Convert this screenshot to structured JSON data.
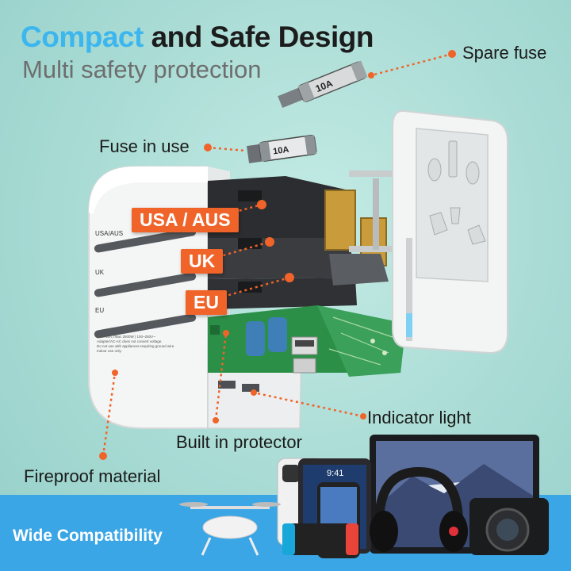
{
  "header": {
    "title_accent": "Compact",
    "title_rest": " and Safe Design",
    "subtitle": "Multi safety protection"
  },
  "callouts": {
    "spare_fuse": "Spare fuse",
    "fuse_in_use": "Fuse in use",
    "indicator_light": "Indicator light",
    "built_in_protector": "Built in protector",
    "fireproof_material": "Fireproof material"
  },
  "plug_tags": {
    "usa_aus": "USA / AUS",
    "uk": "UK",
    "eu": "EU"
  },
  "device_labels": {
    "usa_aus": "USA/AUS",
    "uk": "UK",
    "eu": "EU",
    "spec_line_1": "MAX 10A,7/8ac 2500W | 100~250V~",
    "spec_line_2": "Adapter/AC-AC does not convert voltage.",
    "spec_line_3": "Do not use with appliances requiring ground wire.",
    "spec_line_4": "Indoor use only.",
    "fuse_mark": "10A"
  },
  "footer": {
    "compatibility": "Wide Compatibility"
  },
  "colors": {
    "accent_blue": "#3cb6ee",
    "tag_orange": "#f0642a",
    "band_blue": "#3aa6e6",
    "background": "#a9dcd6"
  }
}
